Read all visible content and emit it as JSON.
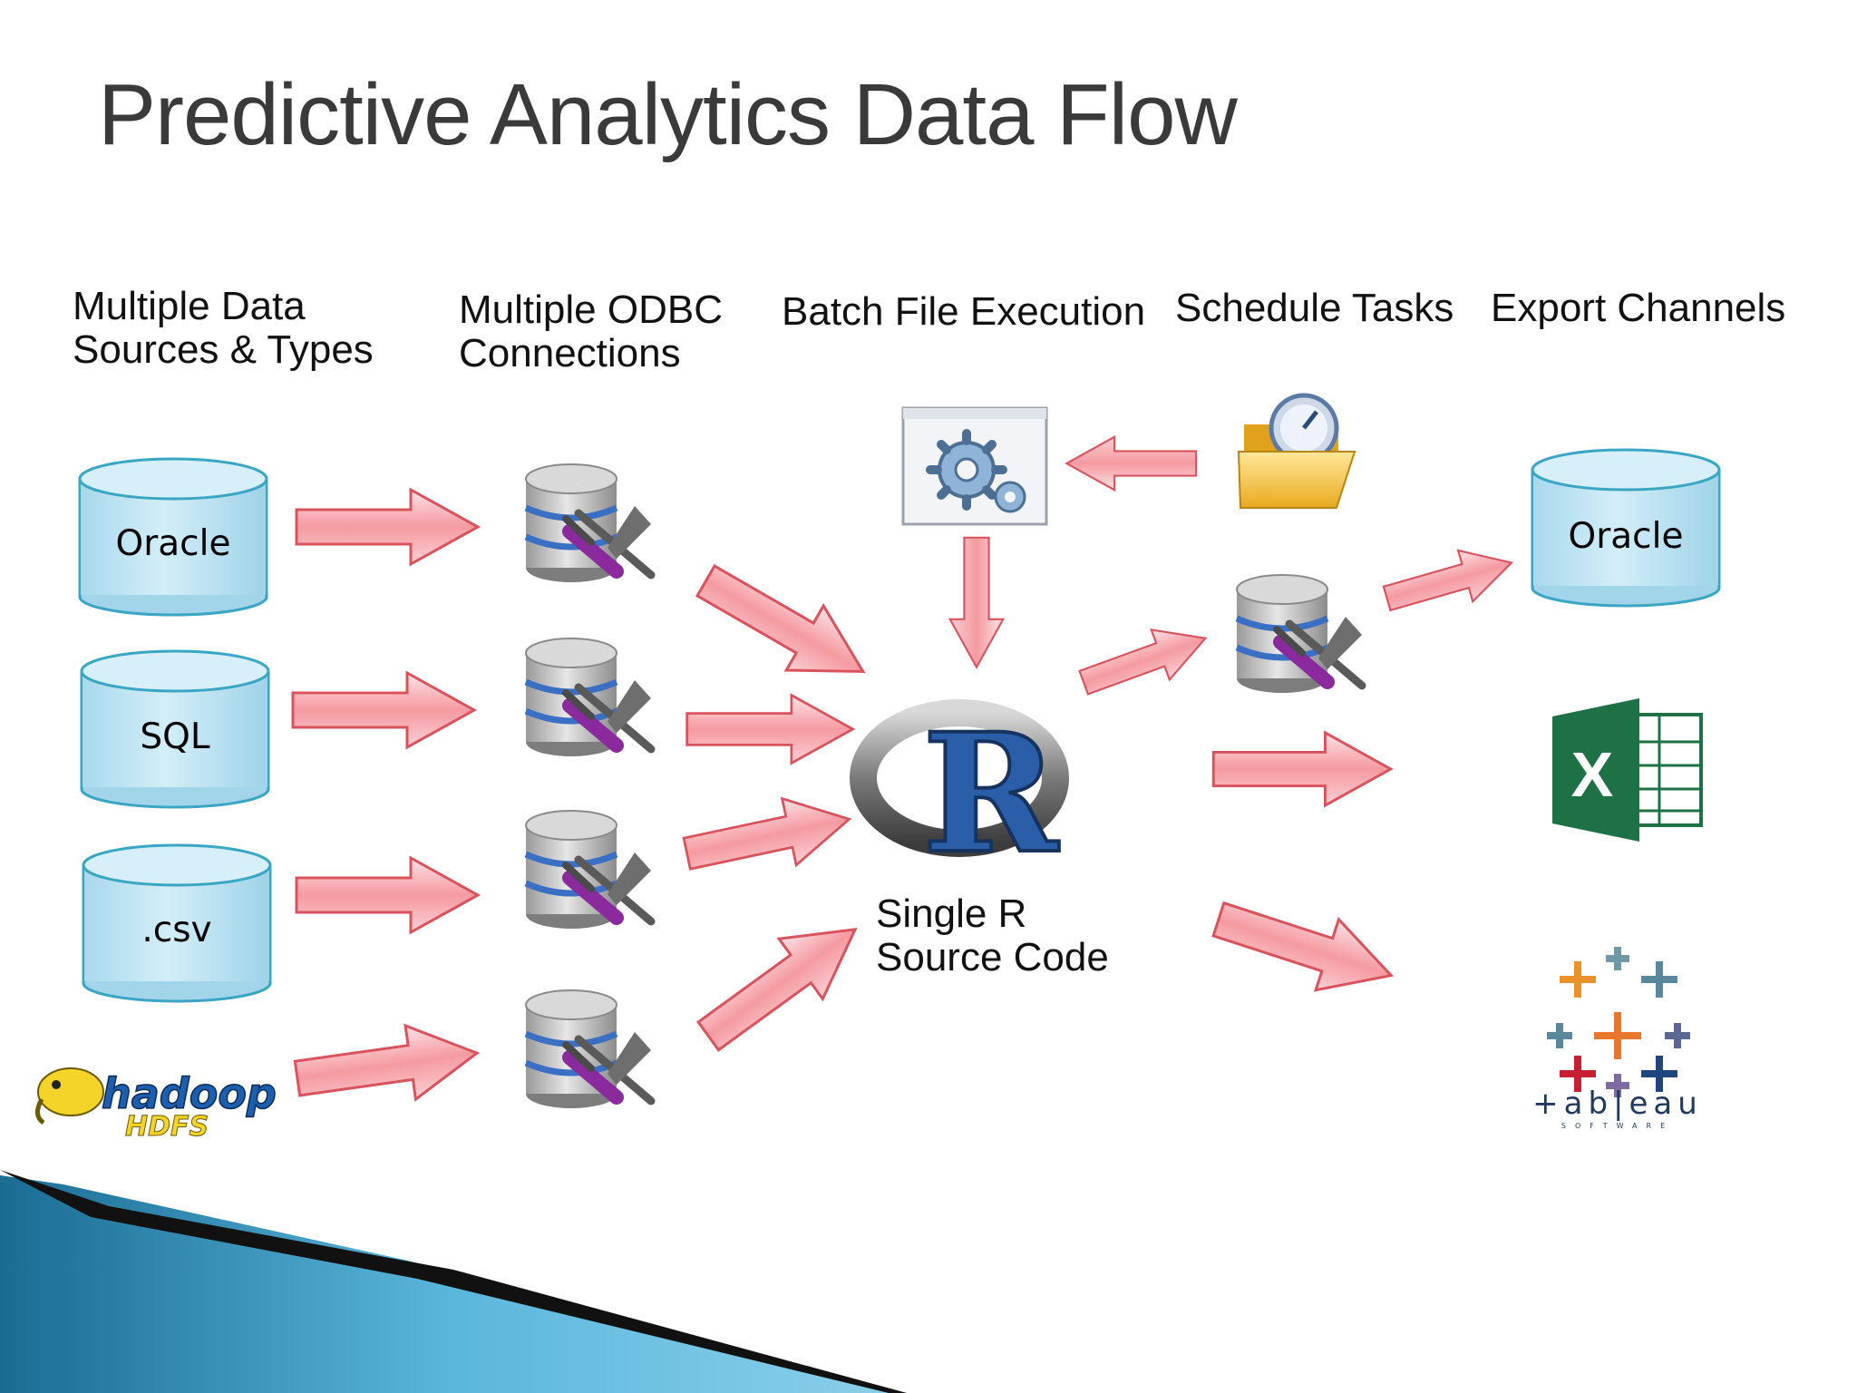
{
  "title": "Predictive Analytics Data Flow",
  "columns": {
    "sources": "Multiple Data\nSources & Types",
    "odbc": "Multiple ODBC\nConnections",
    "batch": "Batch File Execution",
    "schedule": "Schedule Tasks",
    "export": "Export Channels"
  },
  "sources": {
    "oracle": "Oracle",
    "sql": "SQL",
    "csv": ".csv",
    "hadoop": "hadoop",
    "hdfs": "HDFS"
  },
  "center": {
    "r_letter": "R",
    "label": "Single R\nSource Code"
  },
  "exports": {
    "oracle": "Oracle",
    "excel_letter": "X",
    "tableau": "+ab|eau",
    "tableau_sub": "SOFTWARE"
  },
  "colors": {
    "arrow_fill": "#f7a8ad",
    "arrow_stroke": "#d9535d",
    "cylinder_fill": "#bfe4f2",
    "cylinder_stroke": "#3aa6c4",
    "excel_green": "#1e7145",
    "r_blue": "#2b5ea8"
  }
}
